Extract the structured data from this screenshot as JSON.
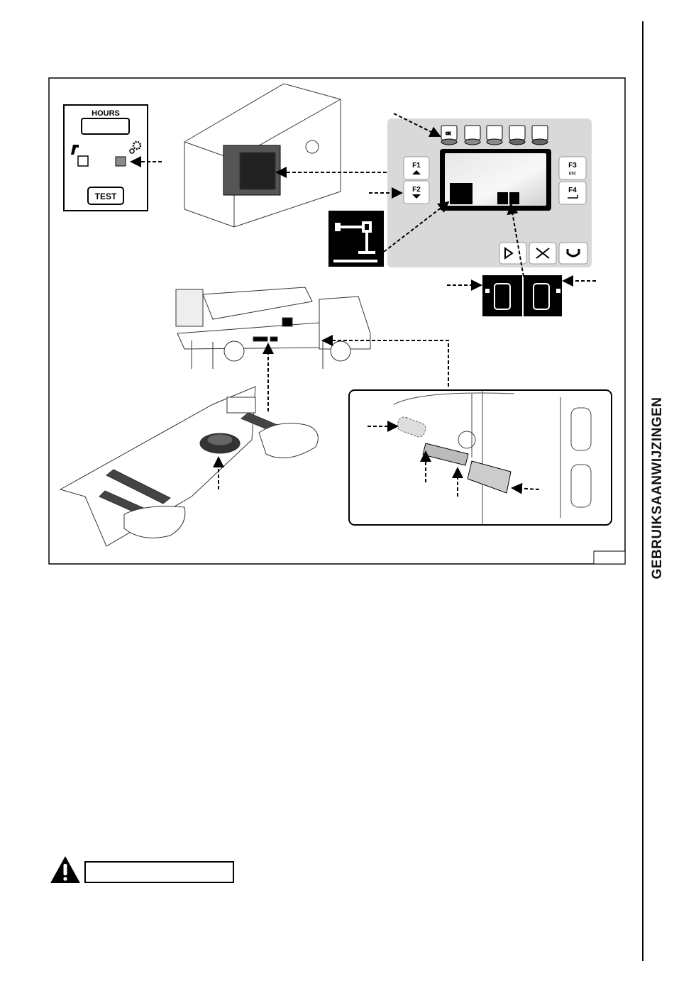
{
  "side_title": "GEBRUIKSAANWIJZINGEN",
  "hours_panel": {
    "title": "HOURS",
    "test_button": "TEST"
  },
  "control_panel": {
    "ok_label": "OK",
    "f1": "F1",
    "f2": "F2",
    "f3": "F3",
    "f3_sub": "ESC",
    "f4": "F4"
  },
  "colors": {
    "panel_grey": "#d9d9d9",
    "indicator_grey": "#8a8a8a",
    "ink": "#000000"
  }
}
